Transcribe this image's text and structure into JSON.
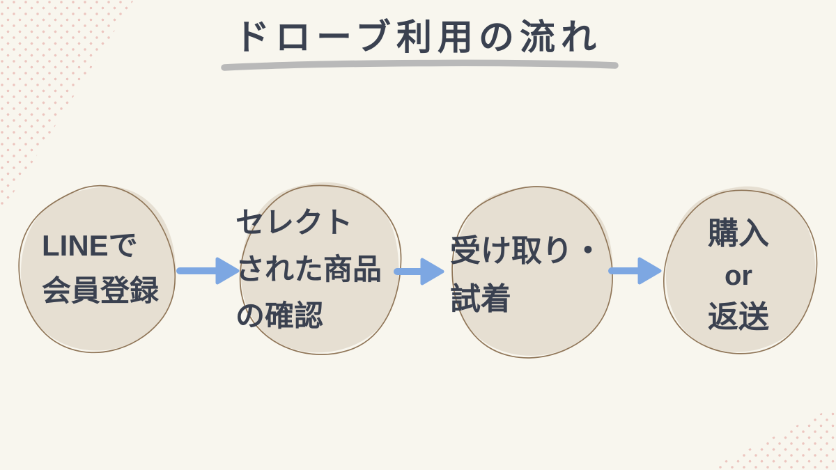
{
  "title": {
    "text": "ドローブ利用の流れ"
  },
  "steps": [
    {
      "lines": [
        "LINEで",
        "会員登録"
      ]
    },
    {
      "lines": [
        "セレクト",
        "された商品",
        "の確認"
      ]
    },
    {
      "lines": [
        "受け取り・",
        "試着"
      ]
    },
    {
      "lines": [
        "購入",
        "or",
        "返送"
      ]
    }
  ],
  "colors": {
    "background": "#f8f6ee",
    "title_text": "#3a4150",
    "title_underline": "#b9b9b9",
    "step_text": "#3a4150",
    "blob_fill": "#e6dfd2",
    "blob_outline": "#8f7557",
    "arrow": "#7da7e2",
    "corner_dots": "#ecc5bf"
  }
}
